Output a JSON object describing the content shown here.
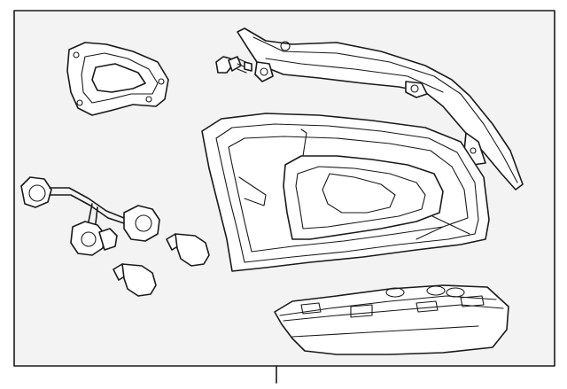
{
  "diagram": {
    "background": "#ffffff",
    "panel_fill": "#f3f3f3",
    "stroke_color": "#1a1a1a",
    "parts": [
      "gasket",
      "mounting-bolt",
      "mounting-bracket",
      "tail-lamp-housing",
      "socket-wire-harness",
      "bulb",
      "bulb",
      "lamp-base-trim"
    ]
  }
}
